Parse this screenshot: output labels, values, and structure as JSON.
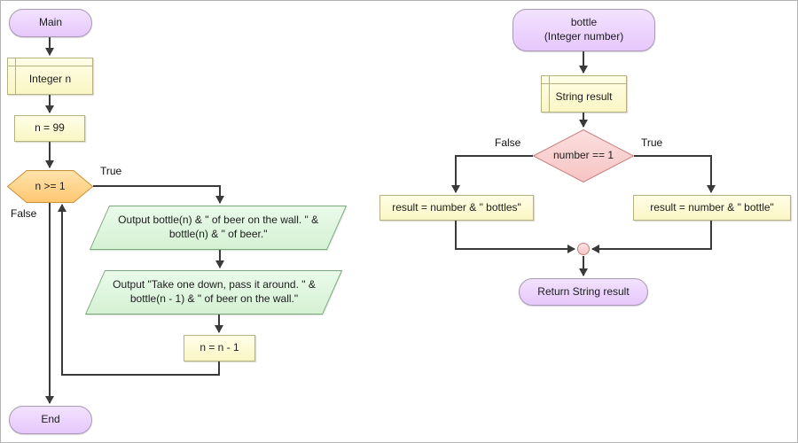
{
  "main_flowchart": {
    "start_label": "Main",
    "declare_label": "Integer n",
    "init_label": "n = 99",
    "loop_condition_label": "n >= 1",
    "loop_true_label": "True",
    "loop_false_label": "False",
    "output1_label": "Output bottle(n) & \" of beer on the wall. \" &\nbottle(n) & \" of beer.\"",
    "output2_label": "Output \"Take one down, pass it around. \" &\nbottle(n - 1) & \" of beer on the wall.\"",
    "decrement_label": "n = n - 1",
    "end_label": "End"
  },
  "bottle_function": {
    "start_label": "bottle\n(Integer number)",
    "declare_label": "String result",
    "condition_label": "number == 1",
    "false_label": "False",
    "true_label": "True",
    "false_branch_label": "result = number & \" bottles\"",
    "true_branch_label": "result = number & \" bottle\"",
    "return_label": "Return String result"
  },
  "colors": {
    "terminal_fill": "#ecd2fc",
    "terminal_border": "#a79ab3",
    "statement_fill": "#fdfbd4",
    "statement_border": "#b5b183",
    "loop_fill": "#ffd084",
    "loop_border": "#cf9033",
    "output_fill": "#ddf5dc",
    "output_border": "#7ba67b",
    "decision_fill": "#f9d0d0",
    "decision_border": "#c97f7f",
    "connector": "#3a3a3a"
  }
}
